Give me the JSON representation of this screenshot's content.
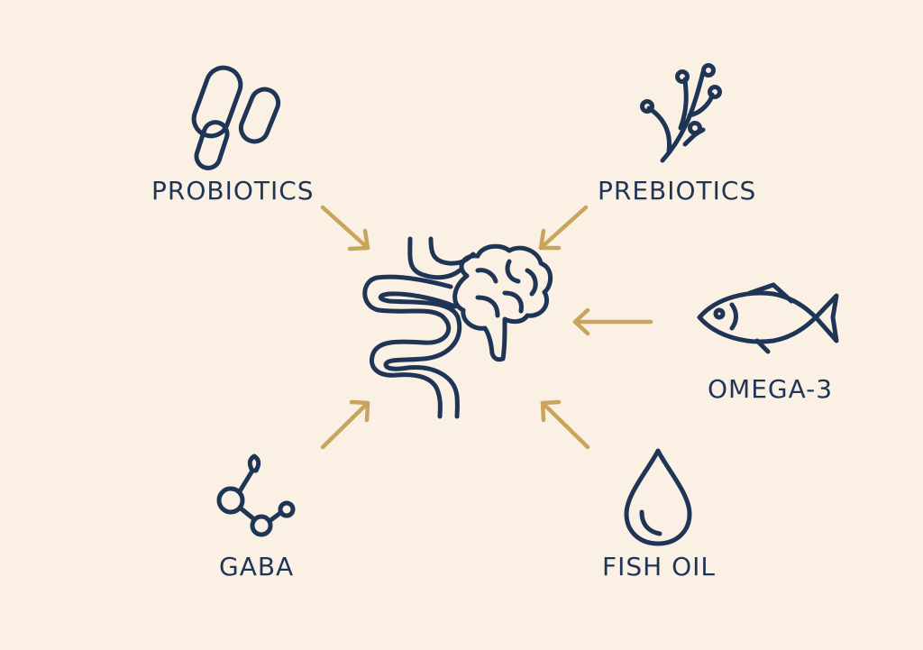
{
  "colors": {
    "background": "#FAF0E4",
    "icon_stroke": "#1F3556",
    "arrow": "#C9A45C"
  },
  "center": {
    "icon": "gut-brain-icon"
  },
  "nodes": [
    {
      "id": "probiotics",
      "label": "PROBIOTICS",
      "icon": "capsules-icon"
    },
    {
      "id": "prebiotics",
      "label": "PREBIOTICS",
      "icon": "plant-sprig-icon"
    },
    {
      "id": "omega3",
      "label": "OMEGA-3",
      "icon": "fish-icon"
    },
    {
      "id": "gaba",
      "label": "GABA",
      "icon": "molecule-icon"
    },
    {
      "id": "fish-oil",
      "label": "FISH OIL",
      "icon": "oil-drop-icon"
    }
  ]
}
